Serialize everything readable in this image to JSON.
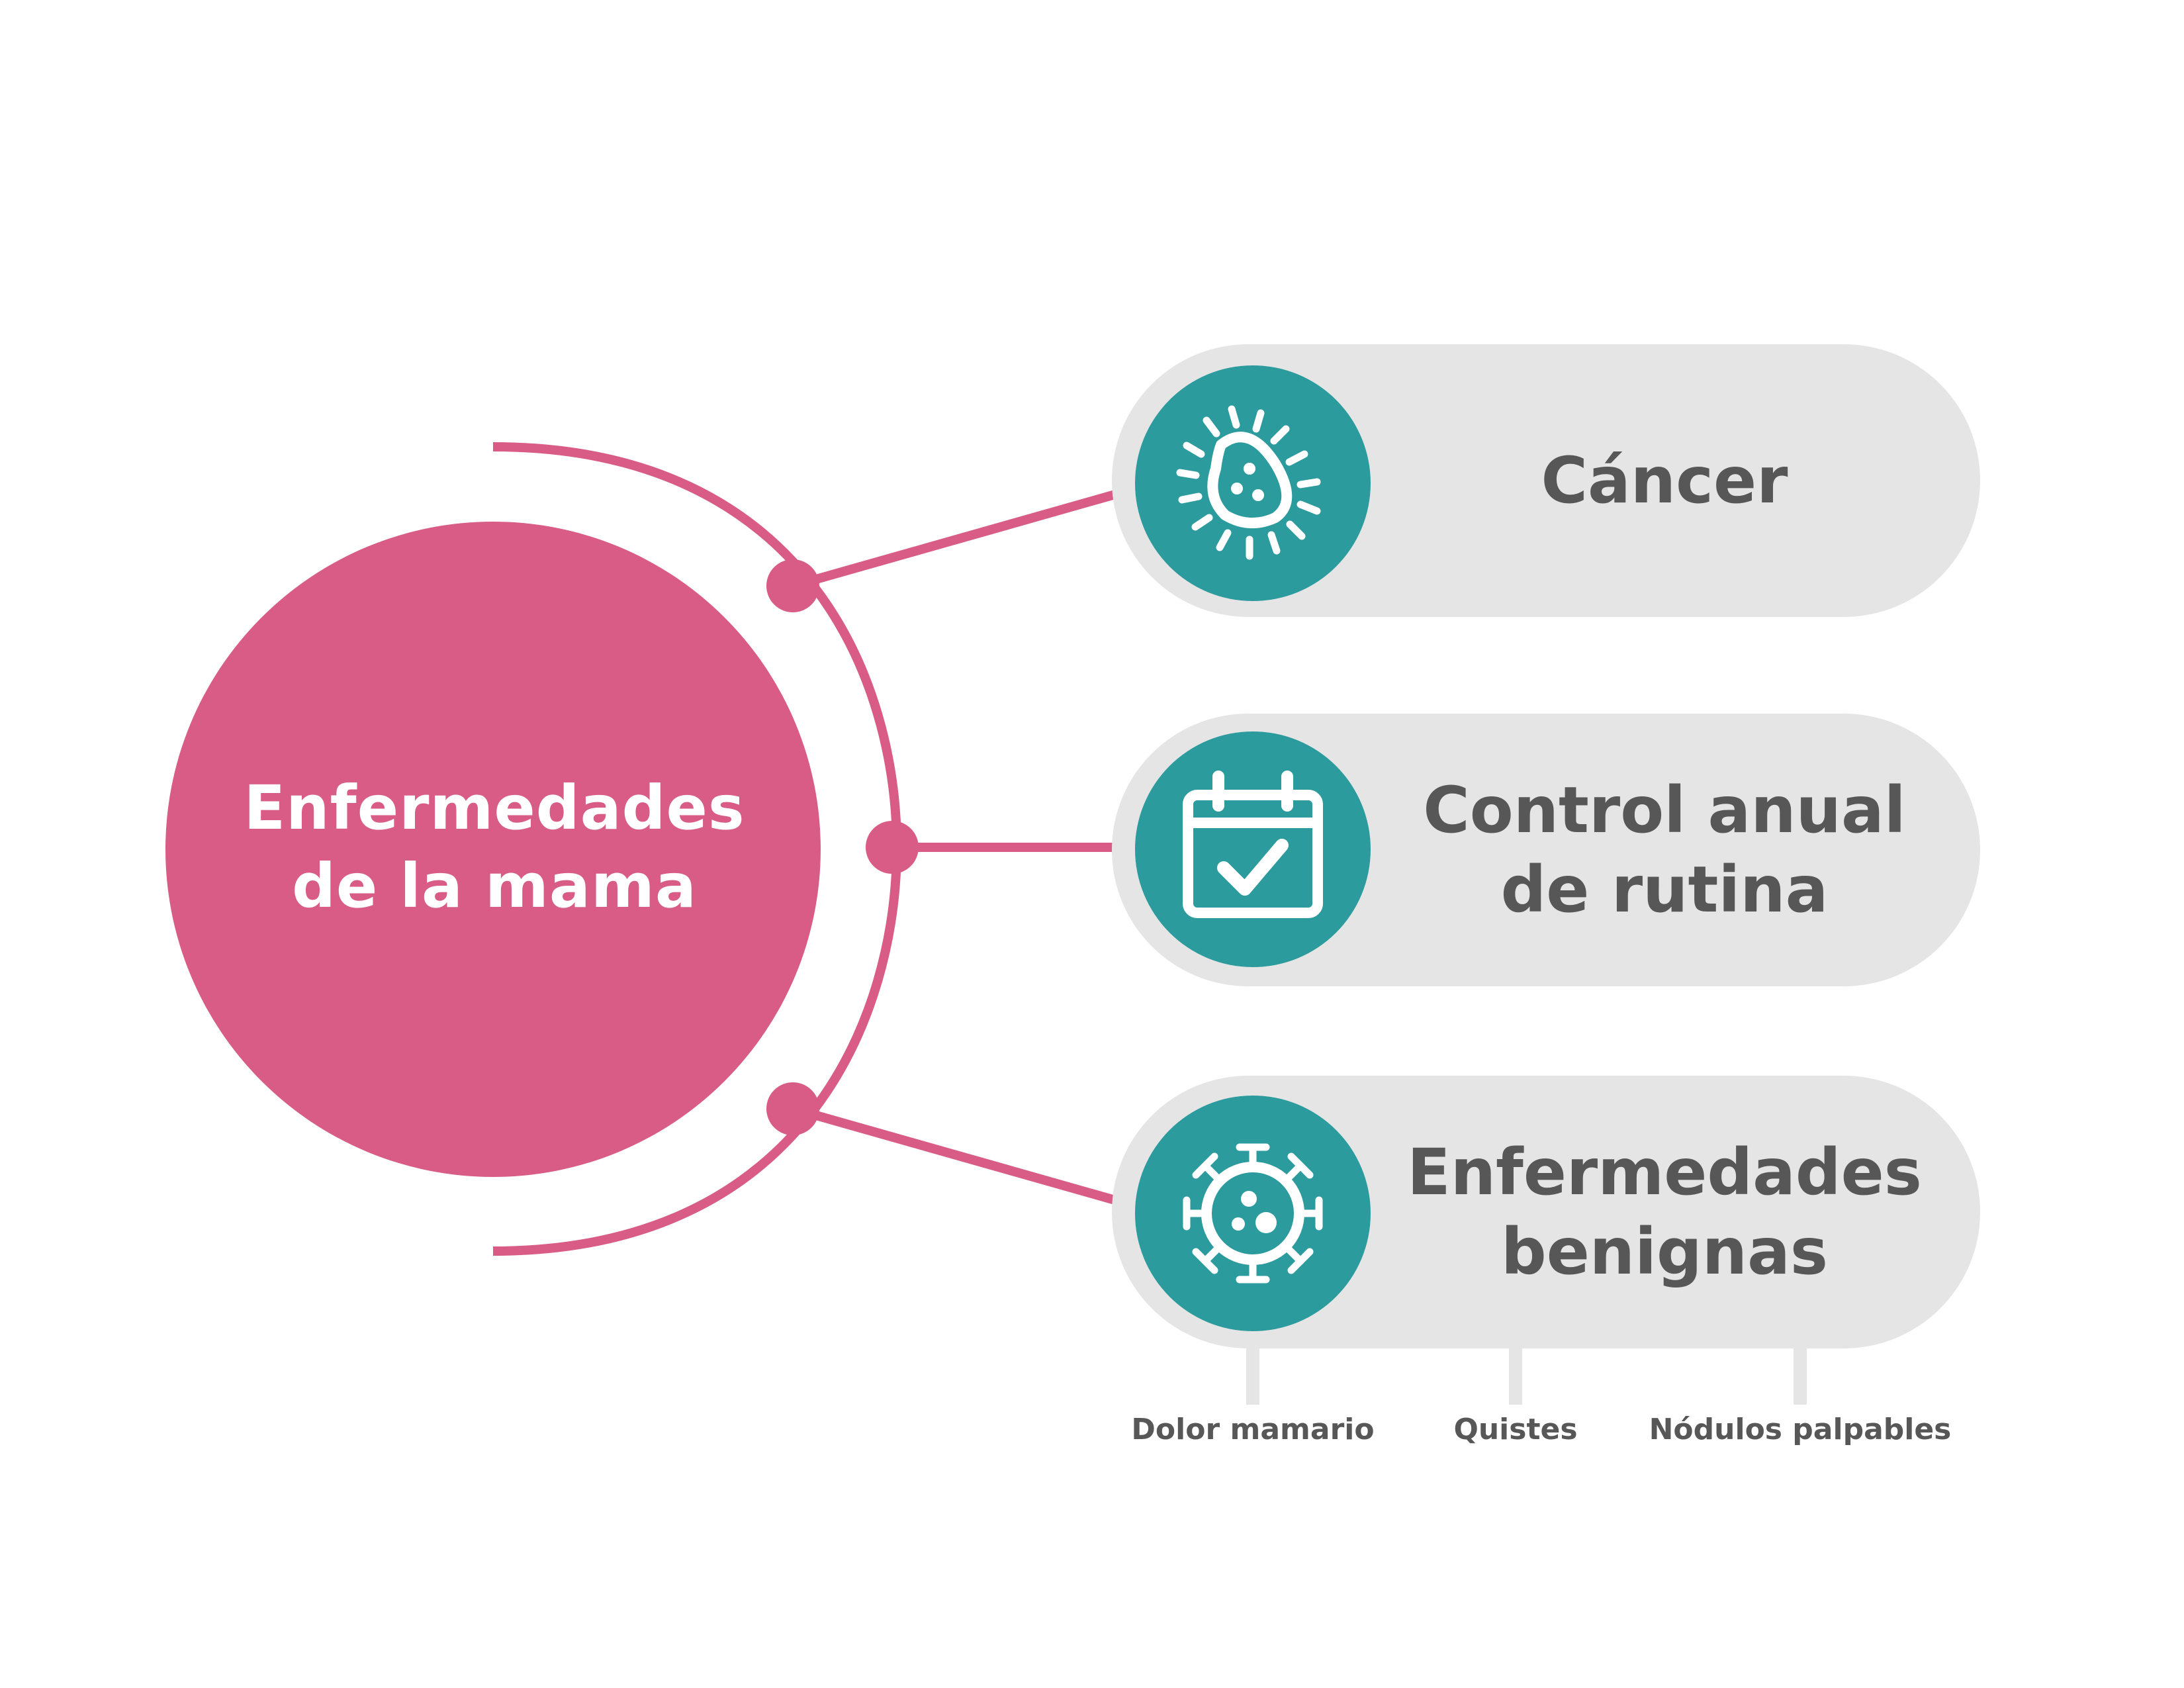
{
  "colors": {
    "pink": "#d95c87",
    "teal": "#2c9b9e",
    "card": "#e5e5e5",
    "text": "#575757",
    "white": "#ffffff"
  },
  "center": {
    "line1": "Enfermedades",
    "line2": "de la mama"
  },
  "nodes": [
    {
      "line1": "Cáncer",
      "line2": "",
      "icon": "bacteria-icon"
    },
    {
      "line1": "Control anual",
      "line2": "de rutina",
      "icon": "calendar-check-icon"
    },
    {
      "line1": "Enfermedades",
      "line2": "benignas",
      "icon": "virus-icon"
    }
  ],
  "benign_items": [
    "Dolor mamario",
    "Quistes",
    "Nódulos palpables"
  ]
}
